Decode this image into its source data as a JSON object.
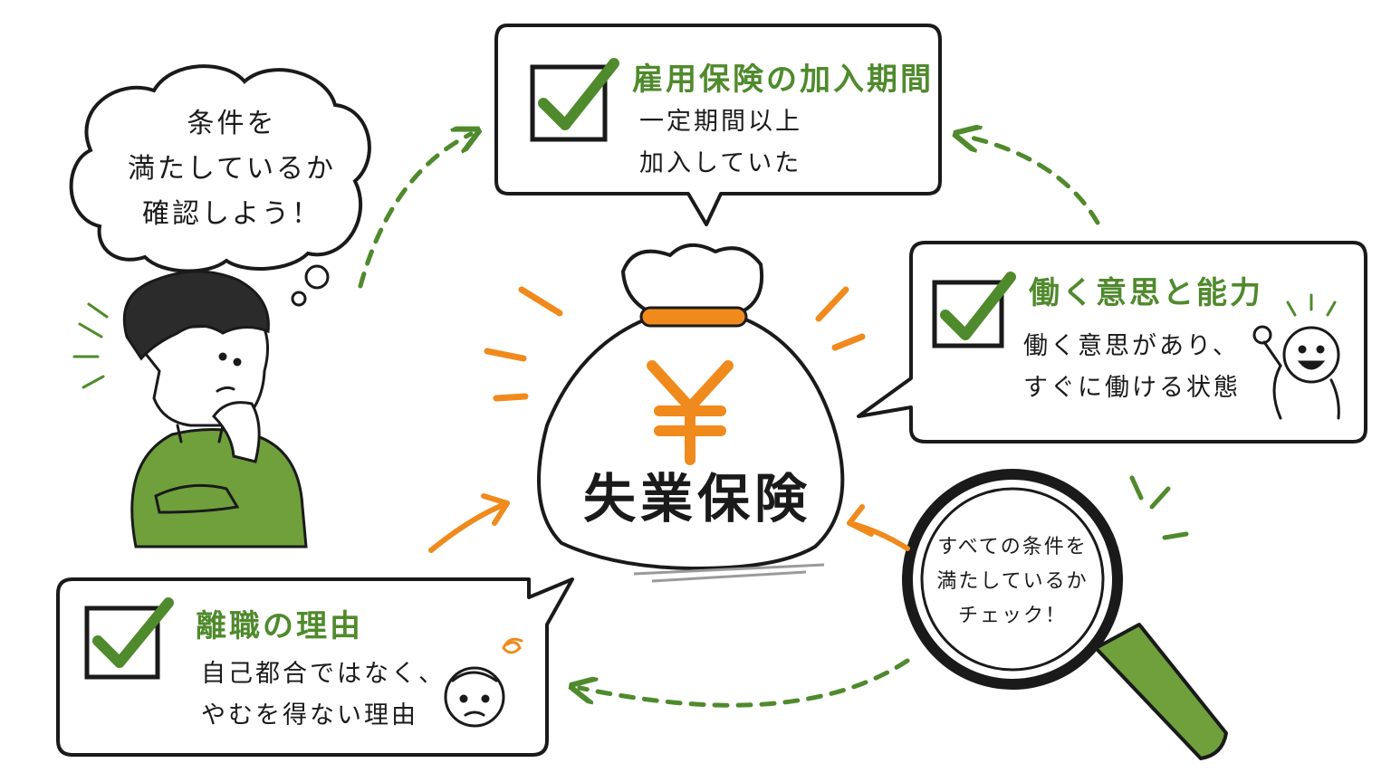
{
  "center": {
    "label": "失業保険",
    "symbol": "¥"
  },
  "thought": {
    "line1": "条件を",
    "line2": "満たしているか",
    "line3": "確認しよう！"
  },
  "cards": {
    "insurance": {
      "title": "雇用保険の加入期間",
      "line1": "一定期間以上",
      "line2": "加入していた"
    },
    "ability": {
      "title": "働く意思と能力",
      "line1": "働く意思があり、",
      "line2": "すぐに働ける状態"
    },
    "reason": {
      "title": "離職の理由",
      "line1": "自己都合ではなく、",
      "line2": "やむを得ない理由"
    }
  },
  "magnifier": {
    "line1": "すべての条件を",
    "line2": "満たしているか",
    "line3": "チェック！"
  },
  "colors": {
    "green": "#4f8a2c",
    "orange": "#f08a1c",
    "ink": "#1a1a1a",
    "shirt": "#6fa03c"
  },
  "icons": [
    "check-icon",
    "yen-icon",
    "magnifier-icon",
    "thought-bubble-icon"
  ]
}
